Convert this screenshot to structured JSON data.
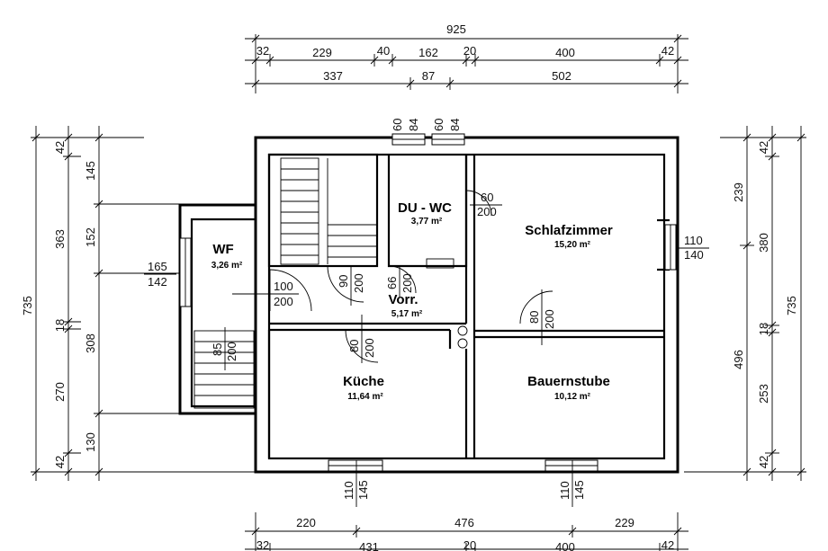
{
  "dimensions": {
    "top_total": "925",
    "top_row1": [
      "32",
      "229",
      "40",
      "162",
      "20",
      "400",
      "42"
    ],
    "top_row2": [
      "337",
      "87",
      "502"
    ],
    "bottom_row1": [
      "220",
      "476",
      "229"
    ],
    "bottom_row2": [
      "32",
      "431",
      "20",
      "400",
      "42"
    ],
    "left_total": "735",
    "left_outer": [
      "42",
      "363",
      "18",
      "270",
      "42"
    ],
    "left_inner": [
      "145",
      "152",
      "308",
      "130"
    ],
    "right_outer": [
      "42",
      "380",
      "18",
      "253",
      "42"
    ],
    "right_inner": [
      "239",
      "496"
    ],
    "right_total": "735"
  },
  "rooms": {
    "wf": {
      "name": "WF",
      "area": "3,26 m²"
    },
    "du_wc": {
      "name": "DU - WC",
      "area": "3,77 m²"
    },
    "schlafzimmer": {
      "name": "Schlafzimmer",
      "area": "15,20 m²"
    },
    "vorr": {
      "name": "Vorr.",
      "area": "5,17 m²"
    },
    "kueche": {
      "name": "Küche",
      "area": "11,64 m²"
    },
    "bauernstube": {
      "name": "Bauernstube",
      "area": "10,12 m²"
    }
  },
  "openings": {
    "window_top_left": [
      "60",
      "84"
    ],
    "window_top_right": [
      "60",
      "84"
    ],
    "wf_window": [
      "165",
      "142"
    ],
    "wf_door": [
      "100",
      "200"
    ],
    "wc_door": [
      "60",
      "200"
    ],
    "schlaf_window": [
      "110",
      "140"
    ],
    "stair_door": [
      "90",
      "200"
    ],
    "wc_door2": [
      "66",
      "200"
    ],
    "schlaf_door": [
      "80",
      "200"
    ],
    "kueche_door": [
      "80",
      "200"
    ],
    "cellar_door": [
      "85",
      "200"
    ],
    "kueche_window": [
      "110",
      "145"
    ],
    "bauern_window": [
      "110",
      "145"
    ]
  }
}
